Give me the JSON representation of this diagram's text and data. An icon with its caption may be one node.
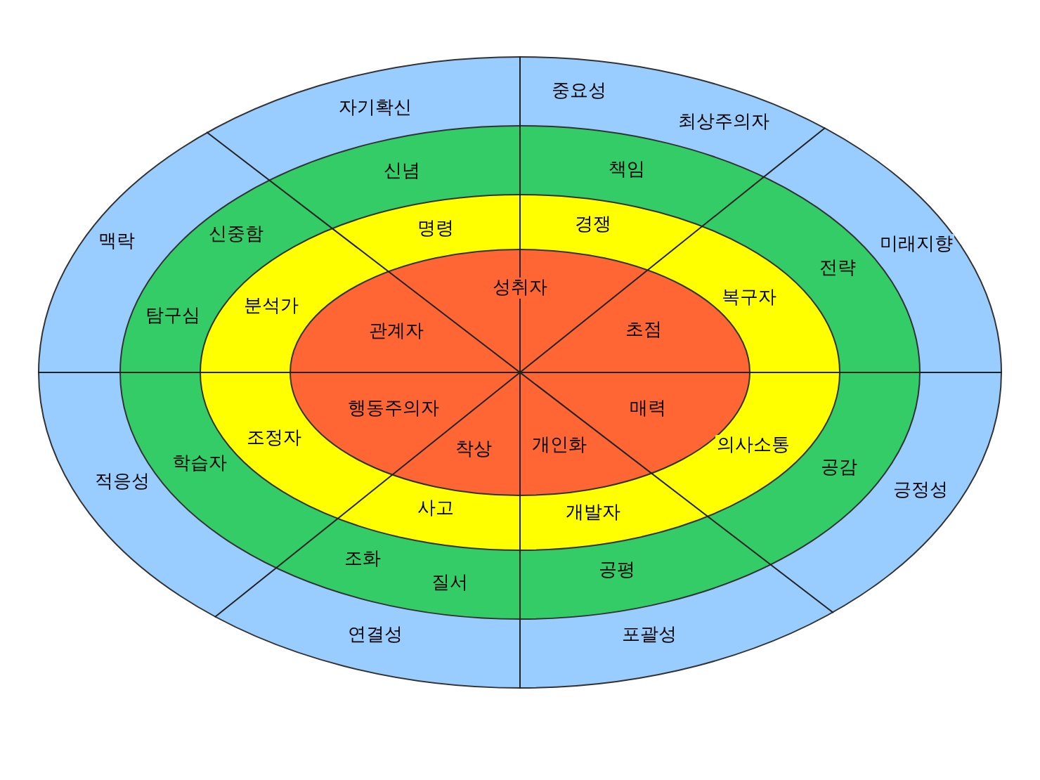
{
  "diagram": {
    "nodes": [
      {
        "text": [
          "자기확신",
          "중요성",
          "최상주의자",
          "맥락",
          "미래지향",
          "적응성",
          "긍정성",
          "연결성",
          "포괄성"
        ]
      },
      {
        "text": [
          "신념",
          "책임",
          "신중함",
          "전략",
          "탐구심",
          "학습자",
          "공감",
          "조화",
          "질서",
          "공평"
        ],
        "in": 0
      },
      {
        "text": [
          "명령",
          "경쟁",
          "분석가",
          "복구자",
          "조정자",
          "의사소통",
          "사고",
          "개발자"
        ],
        "in": 1
      },
      {
        "text": [
          "성취자",
          "관계자",
          "초점",
          "행동주의자",
          "매력",
          "착상",
          "개인화"
        ],
        "in": 2
      }
    ]
  }
}
